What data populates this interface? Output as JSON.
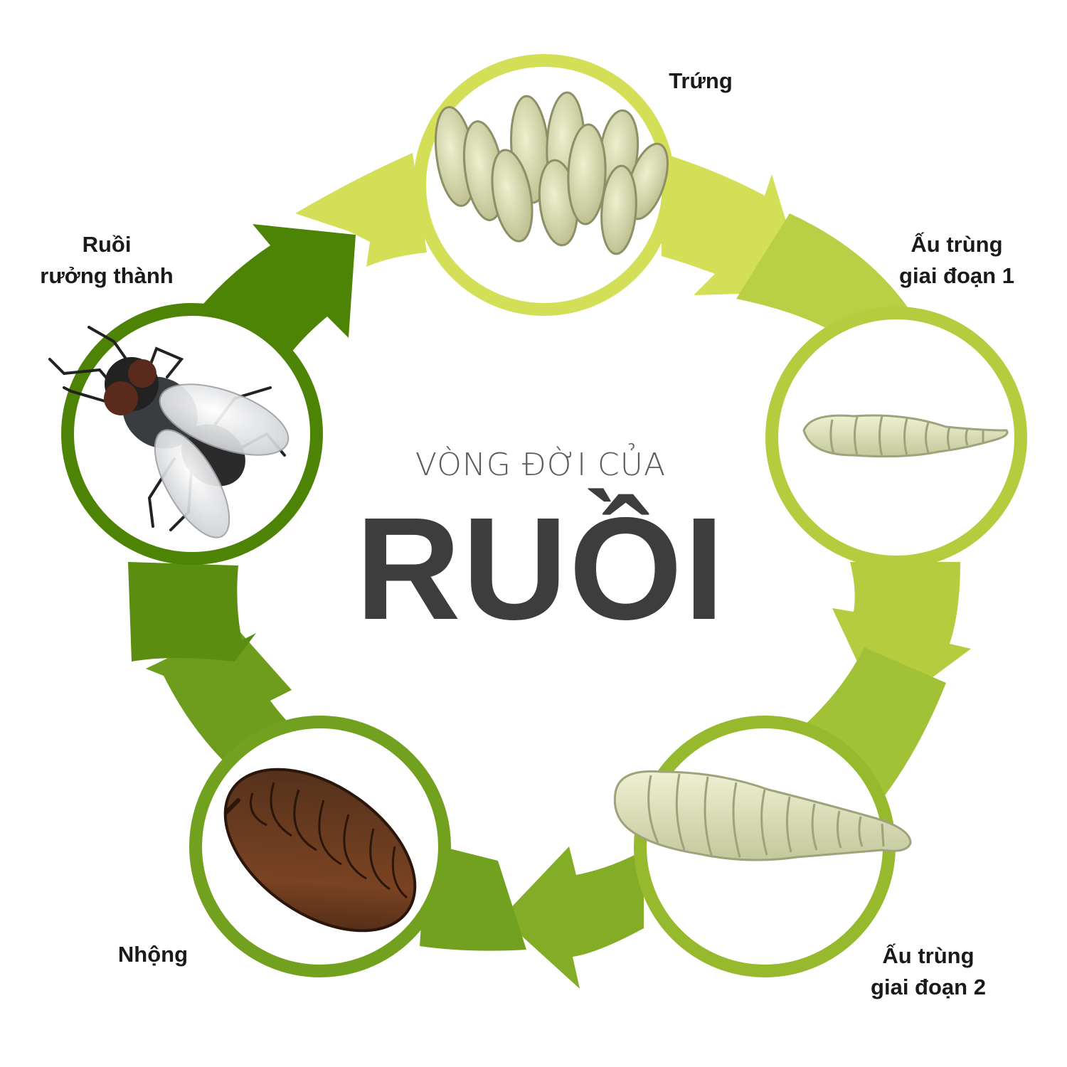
{
  "title": {
    "line1": "VÒNG ĐỜI CỦA",
    "line2": "RUỒI"
  },
  "stages": [
    {
      "id": "egg",
      "line1": "Trứng",
      "line2": ""
    },
    {
      "id": "larva1",
      "line1": "Ấu trùng",
      "line2": "giai đoạn 1"
    },
    {
      "id": "larva2",
      "line1": "Ấu trùng",
      "line2": "giai đoạn 2"
    },
    {
      "id": "pupa",
      "line1": "Nhộng",
      "line2": ""
    },
    {
      "id": "adult",
      "line1": "Ruồi",
      "line2": "rưởng thành"
    }
  ],
  "colors": {
    "egg": "#d3df57",
    "larva1": "#b5cc3e",
    "larva2": "#96b92e",
    "pupa": "#72a11f",
    "adult": "#4e8406"
  }
}
